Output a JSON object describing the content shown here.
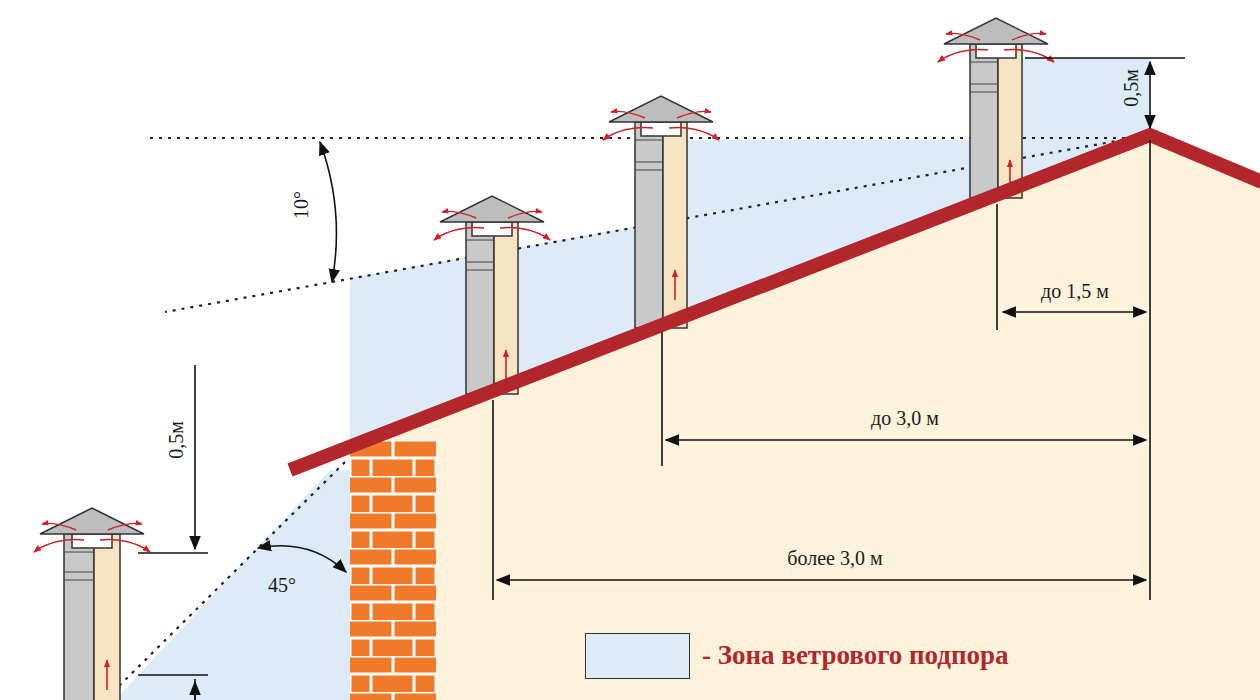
{
  "diagram": {
    "labels": [
      "10°",
      "0,5м",
      "0,5м",
      "45°",
      "до 1,5 м",
      "до 3,0 м",
      "более 3,0 м"
    ],
    "legend": [
      {
        "text": "- Зона ветрового подпора",
        "color": "#dcebf7"
      }
    ]
  }
}
